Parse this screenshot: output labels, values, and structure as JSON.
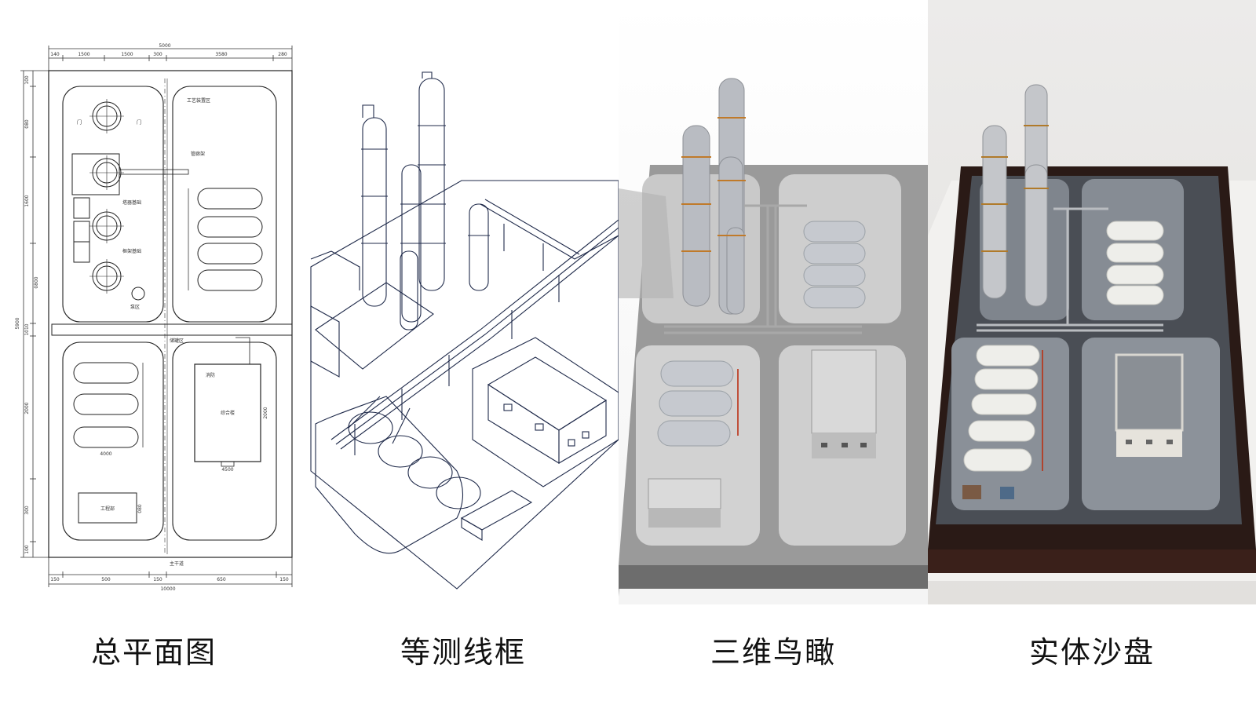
{
  "captions": {
    "plan": "总平面图",
    "isometric": "等测线框",
    "birdseye": "三维鸟瞰",
    "model": "实体沙盘"
  },
  "plan_dimensions": {
    "overall_width": "5000",
    "top_segments": [
      "140",
      "1500",
      "1500",
      "300",
      "3580",
      "280"
    ],
    "bottom_segments": [
      "150",
      "500",
      "150",
      "650",
      "150"
    ],
    "bottom_total": "10000",
    "left_segments": [
      "100",
      "080",
      "1600",
      "5900",
      "0800",
      "1010",
      "2000",
      "300",
      "100"
    ],
    "tank_width": "4000",
    "building_width": "4500",
    "building_height": "2000",
    "office_height": "080"
  },
  "plan_labels": {
    "door_left": "门",
    "door_right": "门",
    "process_area": "工艺装置区",
    "pipe_rack": "管廊架",
    "tower_label_1": "塔器基础",
    "tower_label_2": "框架基础",
    "pump_area": "泵区",
    "tank_area_label": "储罐区",
    "main_building": "综合楼",
    "office": "工程部",
    "road": "主干道",
    "fire_water": "消防"
  }
}
